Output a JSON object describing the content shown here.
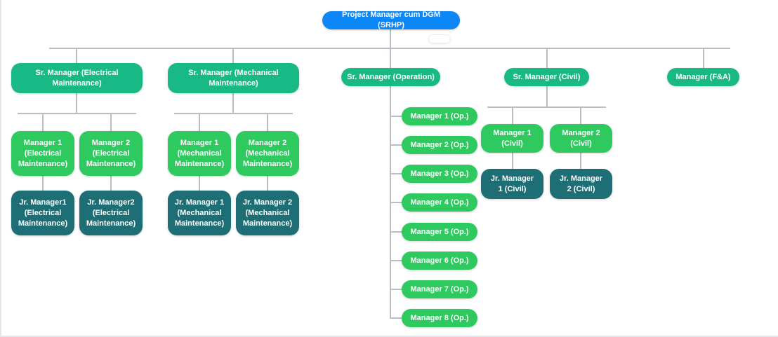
{
  "colors": {
    "root_node": "#0d87f5",
    "senior_node": "#18b985",
    "manager_node": "#2fca5f",
    "junior_node": "#1d6f75",
    "connector": "#b9bec5",
    "page_edge": "#e4e6e9",
    "node_text": "#ffffff"
  },
  "org_chart": {
    "root": {
      "label": "Project Manager cum DGM (SRHP)"
    },
    "branches": {
      "electrical": {
        "head": "Sr. Manager (Electrical Maintenance)",
        "managers": [
          "Manager 1 (Electrical Maintenance)",
          "Manager 2 (Electrical Maintenance)"
        ],
        "juniors": [
          "Jr. Manager1 (Electrical Maintenance)",
          "Jr. Manager2 (Electrical Maintenance)"
        ]
      },
      "mechanical": {
        "head": "Sr. Manager (Mechanical Maintenance)",
        "managers": [
          "Manager 1 (Mechanical Maintenance)",
          "Manager 2 (Mechanical Maintenance)"
        ],
        "juniors": [
          "Jr. Manager 1 (Mechanical Maintenance)",
          "Jr. Manager 2 (Mechanical Maintenance)"
        ]
      },
      "operation": {
        "head": "Sr. Manager (Operation)",
        "managers": [
          "Manager 1 (Op.)",
          "Manager 2 (Op.)",
          "Manager 3 (Op.)",
          "Manager 4 (Op.)",
          "Manager 5 (Op.)",
          "Manager 6 (Op.)",
          "Manager 7 (Op.)",
          "Manager 8 (Op.)"
        ]
      },
      "civil": {
        "head": "Sr. Manager (Civil)",
        "managers": [
          "Manager 1 (Civil)",
          "Manager 2 (Civil)"
        ],
        "juniors": [
          "Jr. Manager 1 (Civil)",
          "Jr. Manager 2 (Civil)"
        ]
      },
      "finance": {
        "head": "Manager (F&A)"
      }
    }
  }
}
